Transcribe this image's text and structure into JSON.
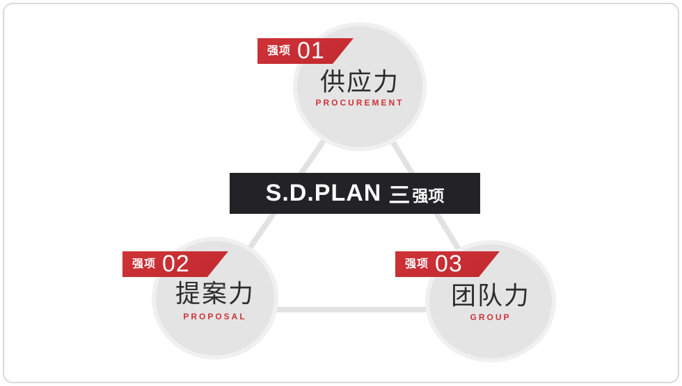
{
  "slide": {
    "title_banner": {
      "brand": "S.D.PLAN",
      "suffix_large": "三",
      "suffix_small": "强项"
    },
    "colors": {
      "red": "#ce3236",
      "red-dark": "#c12a30",
      "dark": "#232327",
      "circle-fill": "#e4e4e5",
      "circle-ring": "#f0f0f1",
      "line": "#e2e2e2",
      "title-text": "#2d2d2d",
      "border": "#d9d9d9"
    },
    "items": [
      {
        "badge_label": "强项",
        "badge_number": "01",
        "title": "供应力",
        "subtitle": "PROCUREMENT"
      },
      {
        "badge_label": "强项",
        "badge_number": "02",
        "title": "提案力",
        "subtitle": "PROPOSAL"
      },
      {
        "badge_label": "强项",
        "badge_number": "03",
        "title": "团队力",
        "subtitle": "GROUP"
      }
    ]
  }
}
